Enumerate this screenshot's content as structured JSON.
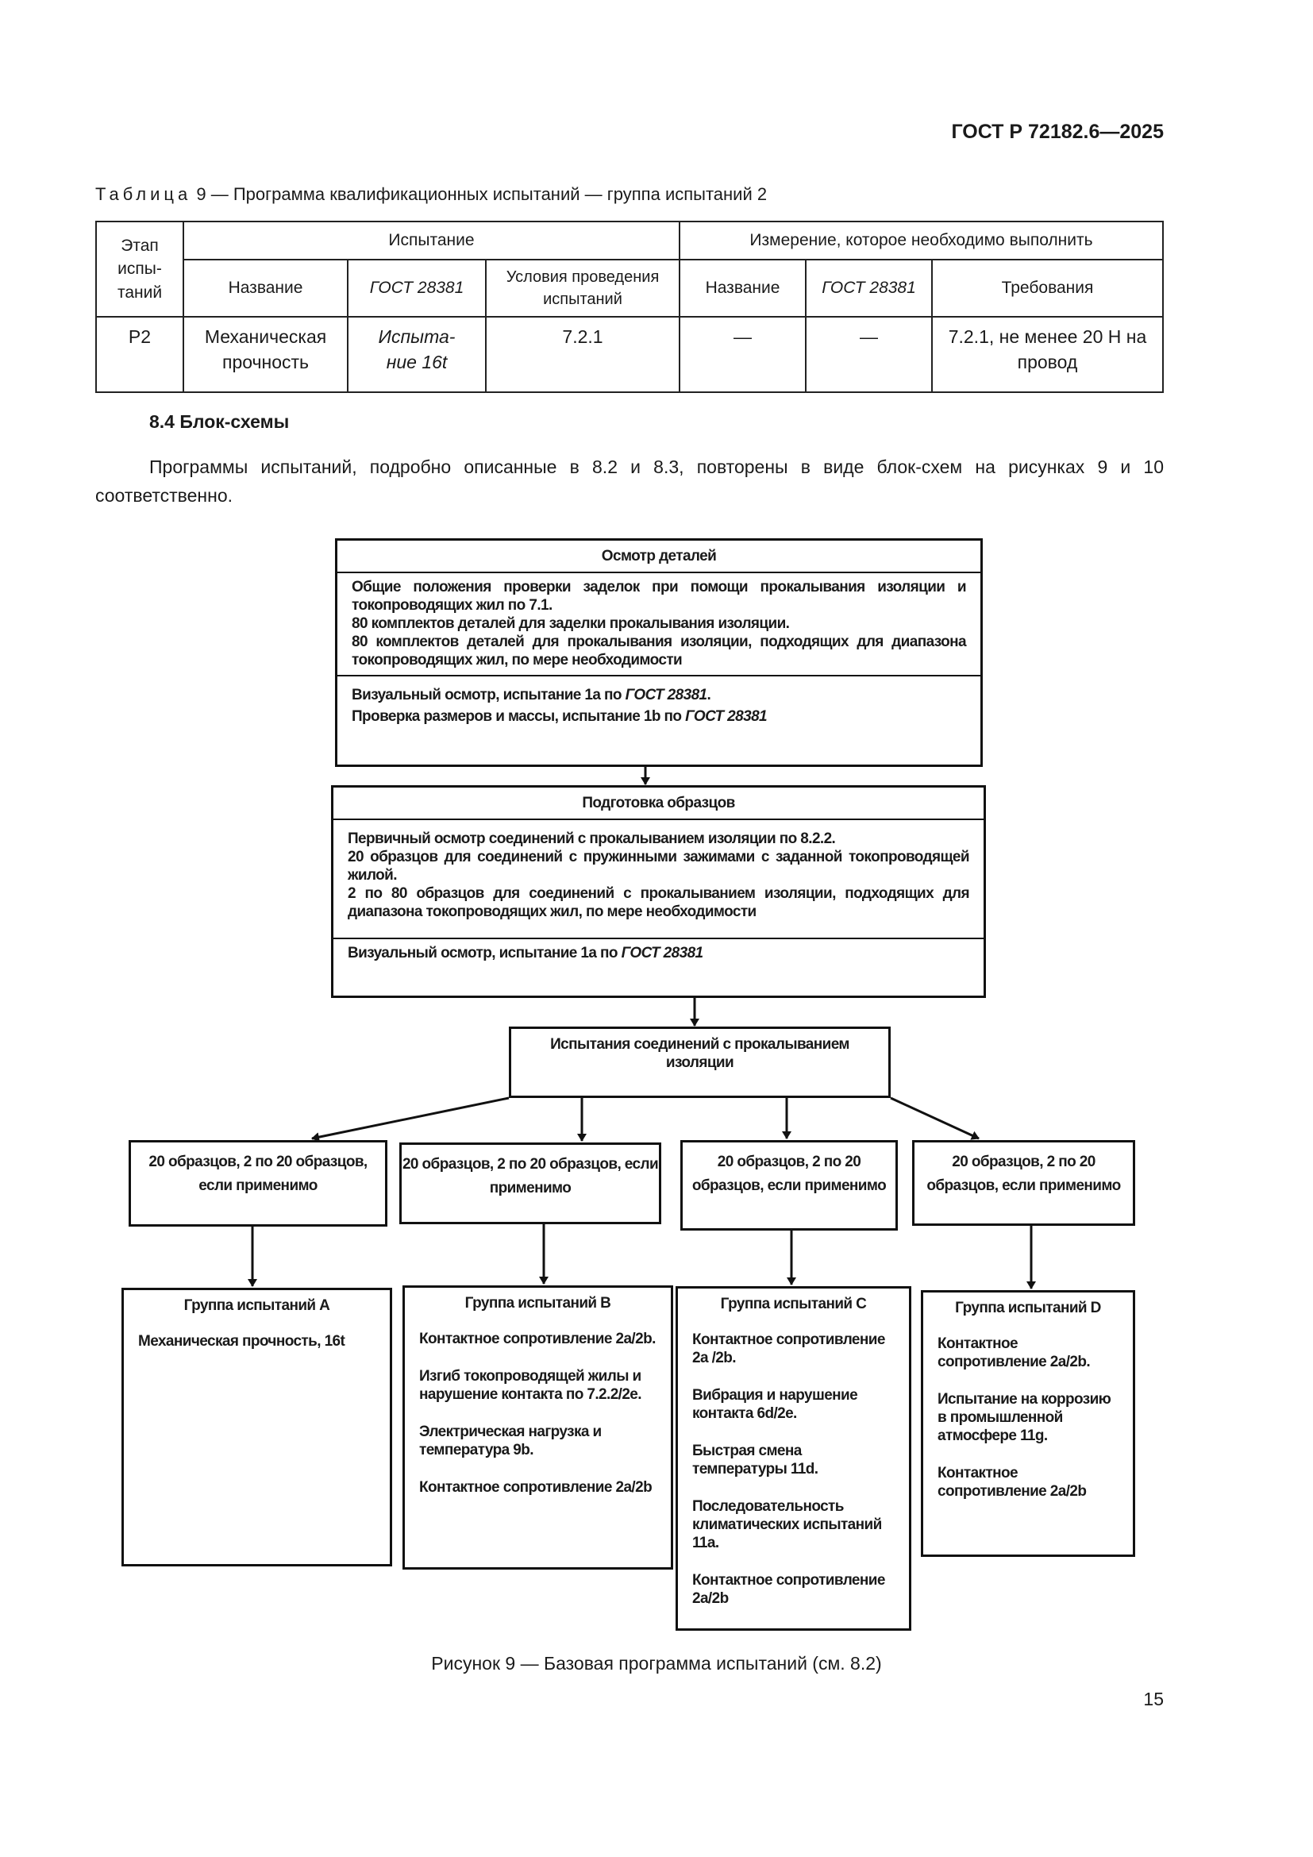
{
  "header": {
    "doc_id": "ГОСТ Р 72182.6—2025"
  },
  "table": {
    "caption_word": "Таблица",
    "caption": " 9 — Программа квалификационных испытаний — группа испытаний 2",
    "h_stage": "Этап испы-таний",
    "h_test": "Испытание",
    "h_measure": "Измерение, которое необходимо выполнить",
    "h_name": "Название",
    "h_gost": "ГОСТ 28381",
    "h_cond": "Условия проведения испытаний",
    "h_name2": "Название",
    "h_gost2": "ГОСТ 28381",
    "h_req": "Требования",
    "row": {
      "stage": "P2",
      "name": "Механическая прочность",
      "gost": "Испыта-ние 16t",
      "cond": "7.2.1",
      "name2": "—",
      "gost2": "—",
      "req": "7.2.1, не менее 20 Н на провод"
    }
  },
  "section": {
    "title": "8.4 Блок-схемы",
    "paragraph": "Программы испытаний, подробно описанные в 8.2 и 8.3, повторены в виде блок-схем на рисунках 9 и 10 соответственно."
  },
  "flowchart": {
    "box1": {
      "title": "Осмотр деталей",
      "s1": [
        "Общие положения проверки заделок при помощи прокалывания изоляции и токопроводящих жил по 7.1.",
        "80 комплектов деталей для заделки прокалывания изоляции.",
        "80 комплектов деталей для прокалывания изоляции, подходящих для диапазона токопроводящих жил, по мере необходимости"
      ],
      "s2a": "Визуальный осмотр, испытание 1а по ",
      "s2a_ref": "ГОСТ 28381",
      "s2a_end": ".",
      "s2b": "Проверка размеров и массы, испытание 1b по ",
      "s2b_ref": "ГОСТ 28381"
    },
    "box2": {
      "title": "Подготовка образцов",
      "s1": [
        "Первичный осмотр соединений с прокалыванием изоляции по 8.2.2.",
        "20 образцов для соединений с пружинными зажимами с заданной токопроводящей жилой.",
        "2 по 80 образцов для соединений с прокалыванием изоляции, подходящих для диапазона токопроводящих жил, по мере необходимости"
      ],
      "s2": "Визуальный осмотр, испытание 1а по ",
      "s2_ref": "ГОСТ 28381"
    },
    "box3": {
      "title": "Испытания соединений с прокалыванием изоляции"
    },
    "samples": [
      "20 образцов, 2 по 20 образцов, если применимо",
      "20 образцов, 2 по 20 образцов, если применимо",
      "20 образцов, 2 по 20 образцов, если применимо",
      "20 образцов, 2 по 20 образцов, если применимо"
    ],
    "groups": [
      {
        "title": "Группа испытаний А",
        "items": [
          "Механическая прочность, 16t"
        ]
      },
      {
        "title": "Группа испытаний В",
        "items": [
          "Контактное сопротивление 2a/2b.",
          "Изгиб токопроводящей жилы и нарушение контакта по 7.2.2/2e.",
          "Электрическая нагрузка и температура 9b.",
          "Контактное сопротивление 2a/2b"
        ]
      },
      {
        "title": "Группа испытаний С",
        "items": [
          "Контактное сопротивление 2a /2b.",
          "Вибрация и нарушение контакта 6d/2e.",
          "Быстрая смена температуры 11d.",
          "Последовательность климатических испытаний 11a.",
          "Контактное сопротивление 2a/2b"
        ]
      },
      {
        "title": "Группа испытаний D",
        "items": [
          "Контактное сопротивление 2a/2b.",
          "Испытание на коррозию в промышленной атмосфере 11g.",
          "Контактное сопротивление 2a/2b"
        ]
      }
    ],
    "caption": "Рисунок 9 — Базовая программа испытаний (см. 8.2)"
  },
  "page_number": "15"
}
